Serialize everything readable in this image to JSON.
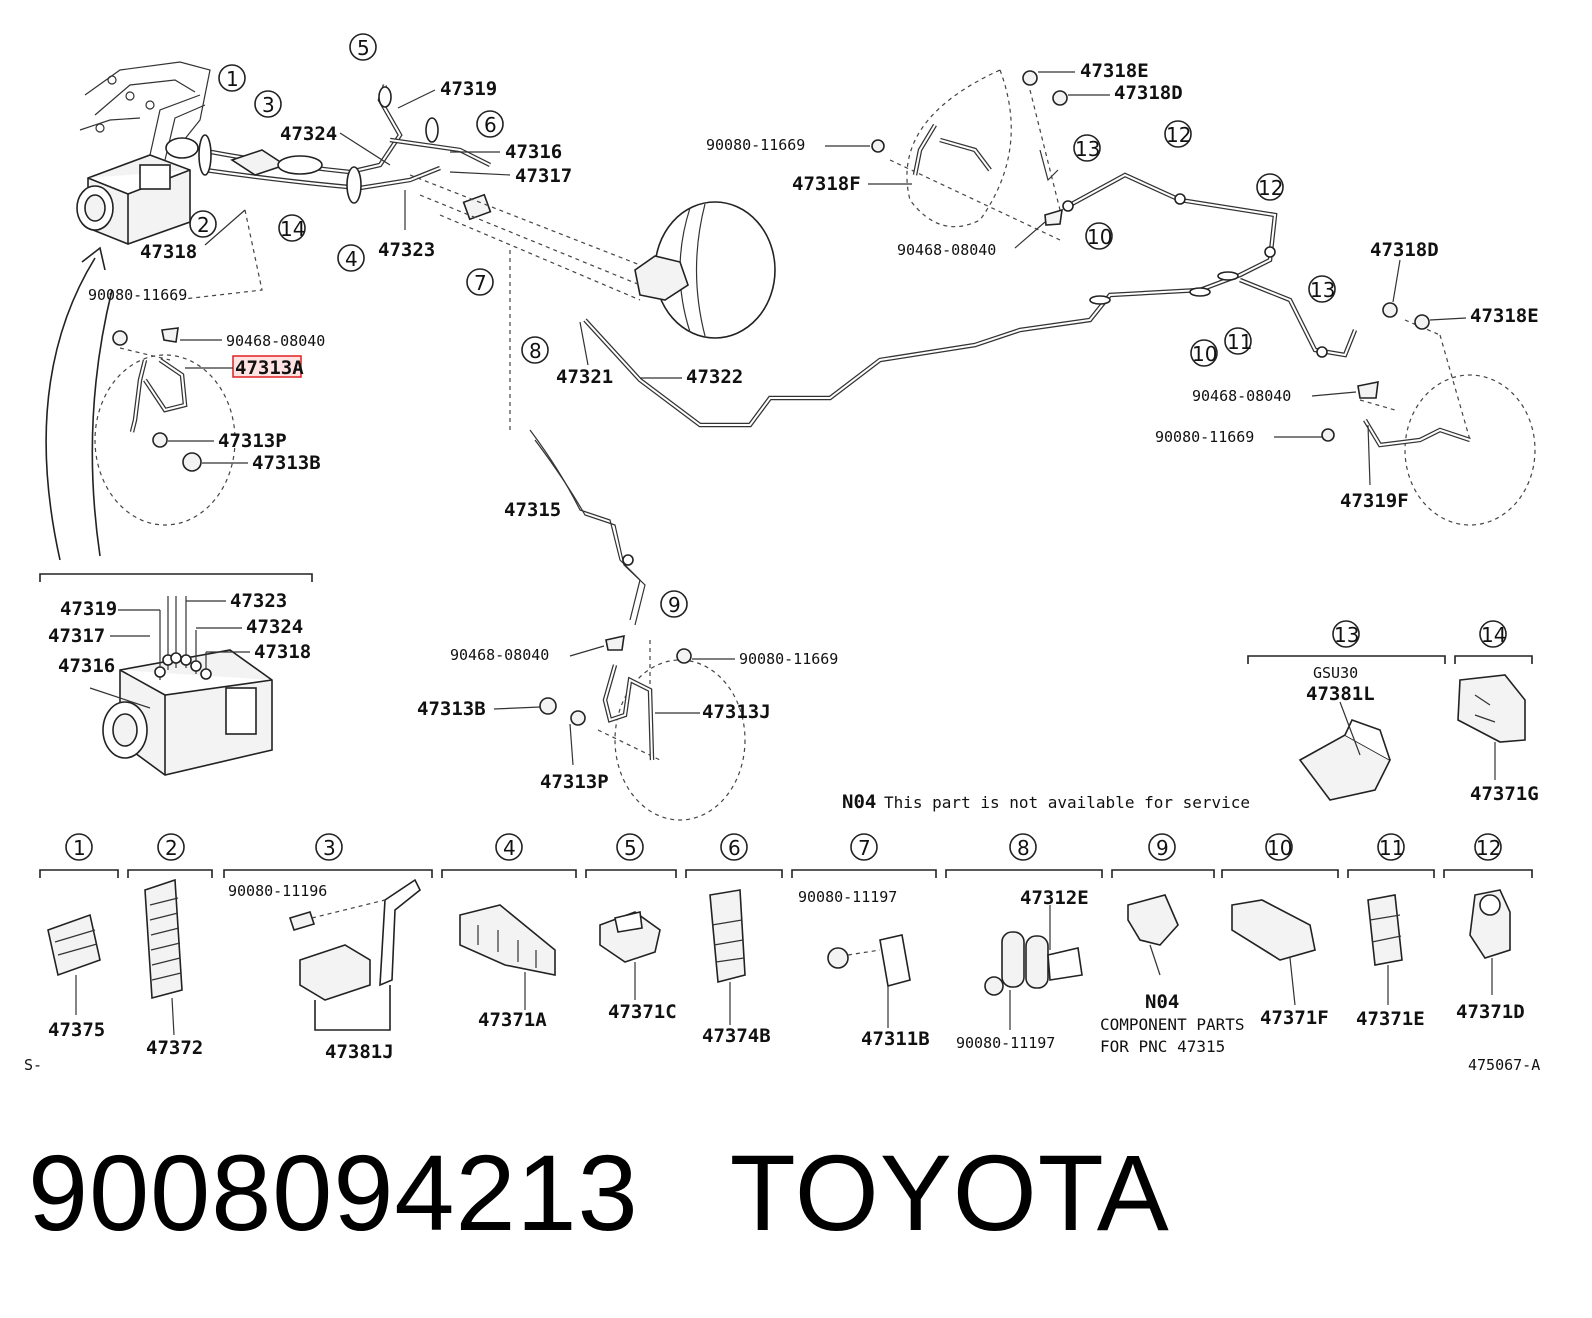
{
  "part_number": "9008094213",
  "brand": "TOYOTA",
  "figure_codes": {
    "left": "S-",
    "right": "475067-A"
  },
  "highlighted_part": "47313A",
  "labels": {
    "p47319_top": "47319",
    "p47316_top": "47316",
    "p47317_top": "47317",
    "p47324_top": "47324",
    "p47323_top": "47323",
    "p47318_top": "47318",
    "p47321": "47321",
    "p47322": "47322",
    "p47315": "47315",
    "p90080_11669_a": "90080-11669",
    "p90468_08040_a": "90468-08040",
    "p47313A": "47313A",
    "p47313P_a": "47313P",
    "p47313B_a": "47313B",
    "p47318E_a": "47318E",
    "p47318D_a": "47318D",
    "p90080_11669_b": "90080-11669",
    "p47318F": "47318F",
    "p90468_08040_b": "90468-08040",
    "p47318D_b": "47318D",
    "p47318E_b": "47318E",
    "p90468_08040_c": "90468-08040",
    "p90080_11669_c": "90080-11669",
    "p47319F": "47319F",
    "p90468_08040_d": "90468-08040",
    "p90080_11669_d": "90080-11669",
    "p47313B_b": "47313B",
    "p47313J": "47313J",
    "p47313P_b": "47313P",
    "inset_47319": "47319",
    "inset_47323": "47323",
    "inset_47317": "47317",
    "inset_47324": "47324",
    "inset_47316": "47316",
    "inset_47318": "47318",
    "gsu30": "GSU30",
    "p47381L": "47381L",
    "p47371G": "47371G",
    "n04_code": "N04",
    "n04_note": "This part is not available for service"
  },
  "callouts": {
    "c1": "1",
    "c2": "2",
    "c3": "3",
    "c4": "4",
    "c5": "5",
    "c6": "6",
    "c7": "7",
    "c8": "8",
    "c9": "9",
    "c10": "10",
    "c11": "11",
    "c12": "12",
    "c13": "13",
    "c14": "14"
  },
  "legend": [
    {
      "num": "1",
      "parts": [
        "47375"
      ]
    },
    {
      "num": "2",
      "parts": [
        "47372"
      ]
    },
    {
      "num": "3",
      "parts": [
        "90080-11196",
        "47381J"
      ]
    },
    {
      "num": "4",
      "parts": [
        "47371A"
      ]
    },
    {
      "num": "5",
      "parts": [
        "47371C"
      ]
    },
    {
      "num": "6",
      "parts": [
        "47374B"
      ]
    },
    {
      "num": "7",
      "parts": [
        "90080-11197",
        "47311B"
      ]
    },
    {
      "num": "8",
      "parts": [
        "47312E",
        "90080-11197"
      ]
    },
    {
      "num": "9",
      "parts": [
        "N04",
        "COMPONENT PARTS",
        "FOR PNC 47315"
      ]
    },
    {
      "num": "10",
      "parts": [
        "47371F"
      ]
    },
    {
      "num": "11",
      "parts": [
        "47371E"
      ]
    },
    {
      "num": "12",
      "parts": [
        "47371D"
      ]
    },
    {
      "num": "13",
      "parts": [
        "GSU30",
        "47381L"
      ]
    },
    {
      "num": "14",
      "parts": [
        "47371G"
      ]
    }
  ]
}
